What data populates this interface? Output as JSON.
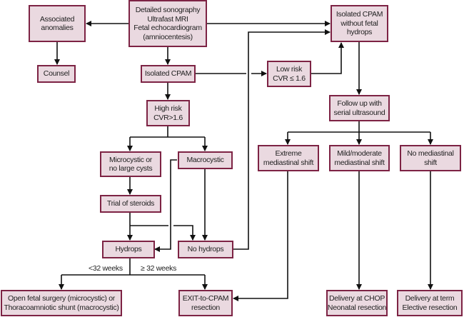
{
  "colors": {
    "box_fill": "#ead9e0",
    "box_border": "#7d2344",
    "line": "#111111"
  },
  "nodes": {
    "workup": [
      "Detailed sonography",
      "Ultrafast MRI",
      "Fetal echocardiogram",
      "(amniocentesis)"
    ],
    "associated": [
      "Associated",
      "anomalies"
    ],
    "counsel": [
      "Counsel"
    ],
    "isolated_cpam": [
      "Isolated CPAM"
    ],
    "isolated_no_hydrops": [
      "Isolated CPAM",
      "without fetal",
      "hydrops"
    ],
    "low_risk": [
      "Low risk",
      "CVR ≤ 1.6"
    ],
    "high_risk": [
      "High risk",
      "CVR>1.6"
    ],
    "follow_up": [
      "Follow up with",
      "serial ultrasound"
    ],
    "microcystic": [
      "Microcystic or",
      "no large cysts"
    ],
    "macrocystic": [
      "Macrocystic"
    ],
    "steroids": [
      "Trial of steroids"
    ],
    "hydrops": [
      "Hydrops"
    ],
    "no_hydrops": [
      "No hydrops"
    ],
    "extreme": [
      "Extreme",
      "mediastinal shift"
    ],
    "mild": [
      "Mild/moderate",
      "mediastinal shift"
    ],
    "no_shift": [
      "No mediastinal",
      "shift"
    ],
    "open_surgery": [
      "Open fetal surgery (microcystic) or",
      "Thoracoamniotic shunt (macrocystic)"
    ],
    "exit": [
      "EXIT-to-CPAM",
      "resection"
    ],
    "chop": [
      "Delivery at CHOP",
      "Neonatal resection"
    ],
    "term": [
      "Delivery at term",
      "Elective resection"
    ]
  },
  "edge_labels": {
    "lt32": "<32 weeks",
    "ge32": "≥ 32 weeks"
  }
}
